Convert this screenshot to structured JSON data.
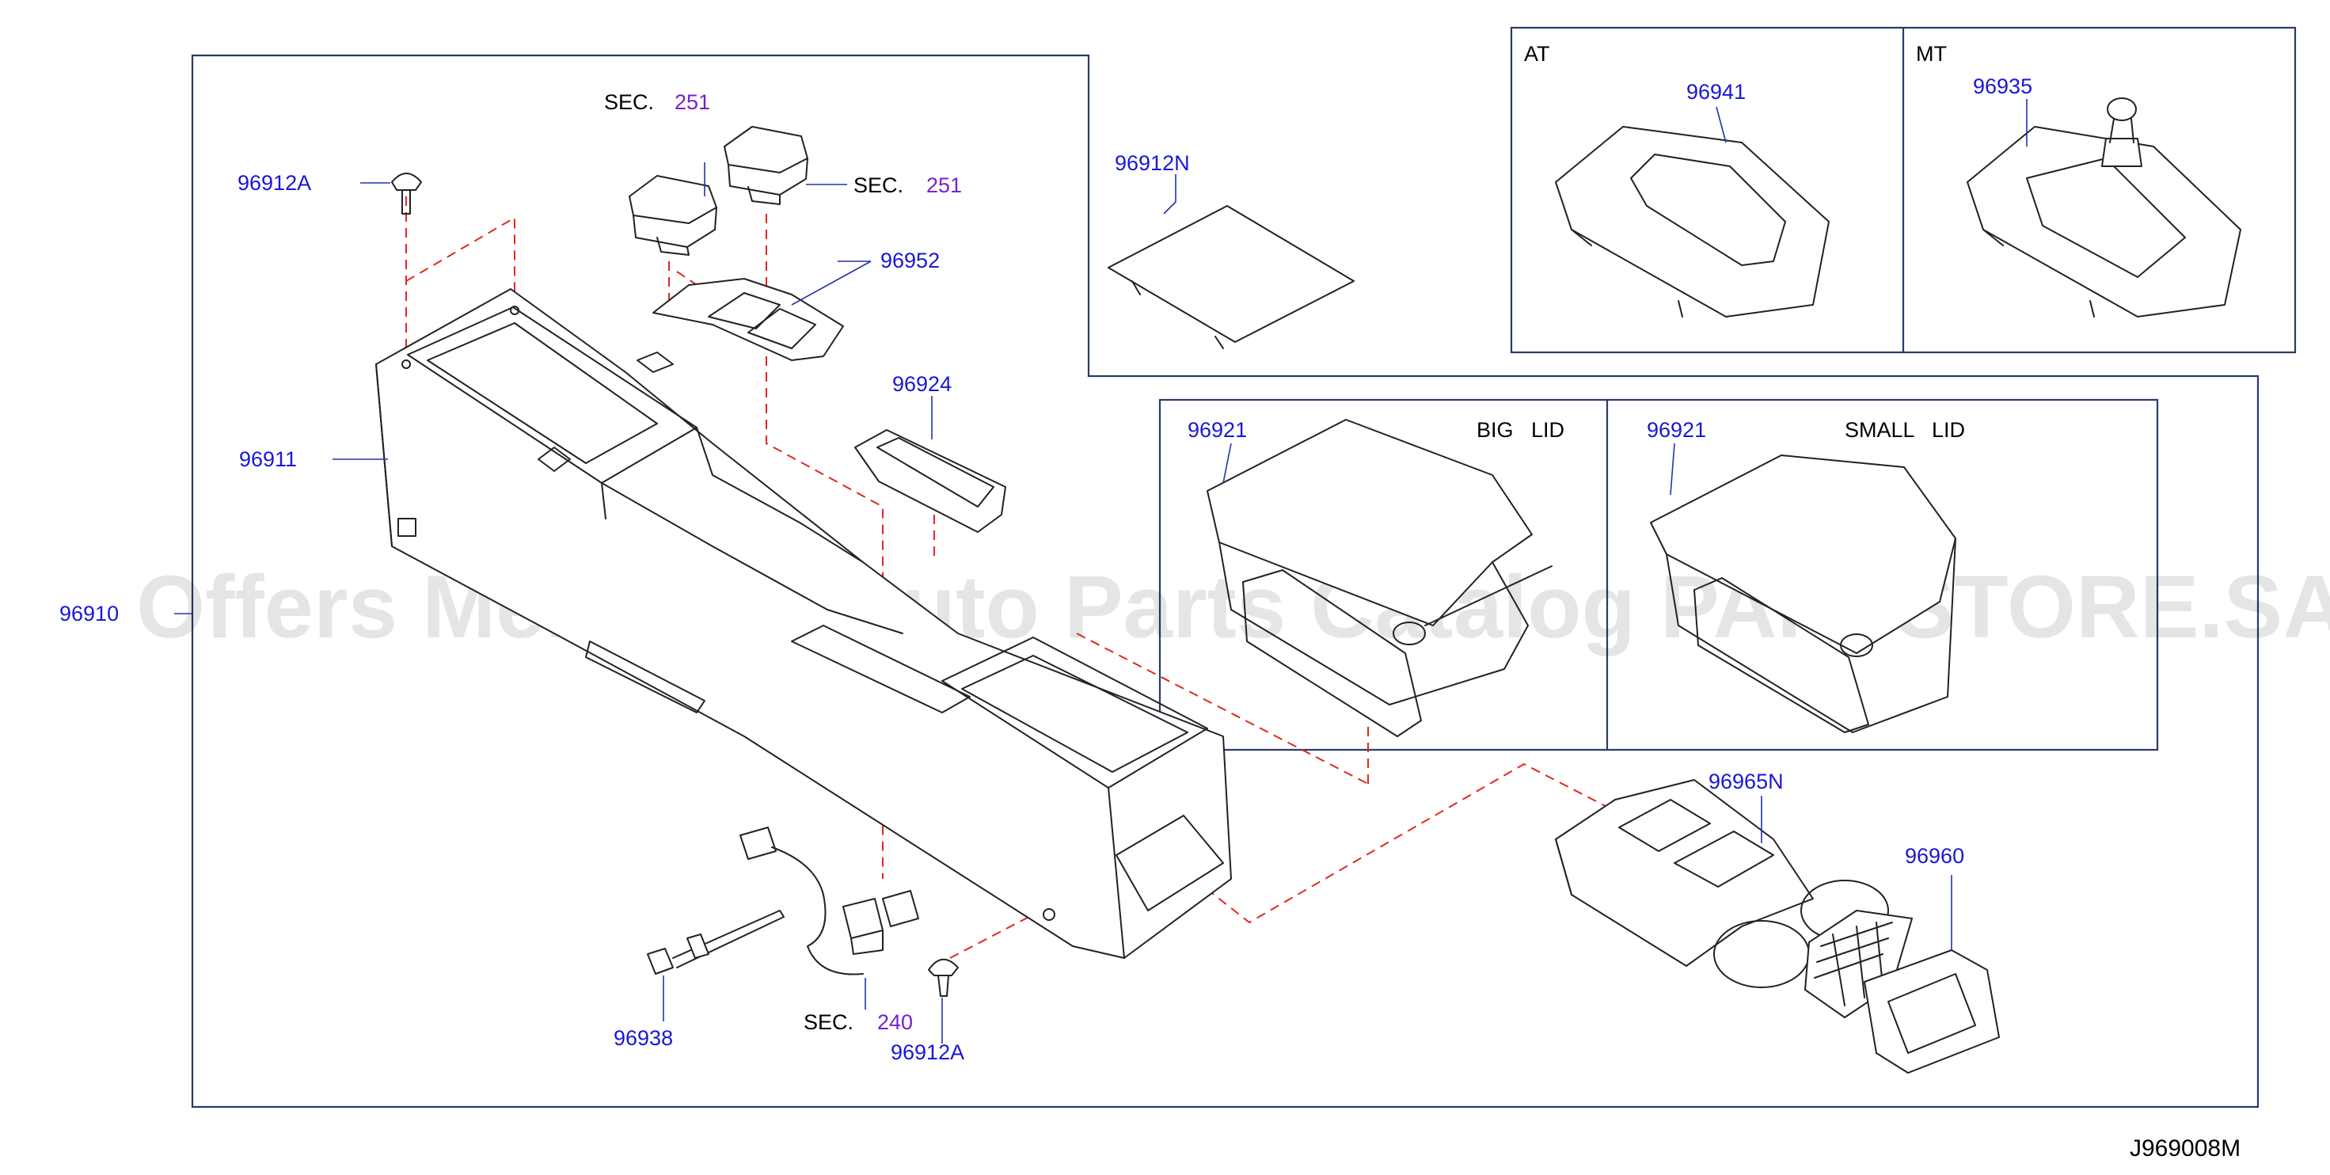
{
  "diagram_code": "J969008M",
  "watermark": "Offers Merchant Auto Parts Catalog PARTSTORE.SA",
  "colors": {
    "part_number": "#1a17d6",
    "section_number": "#7a1fd0",
    "dashed_guide": "#e0281f",
    "frame": "#2a3a6a"
  },
  "parts": {
    "p96910": "96910",
    "p96911": "96911",
    "p96912A_top": "96912A",
    "p96912A_bottom": "96912A",
    "p96912N": "96912N",
    "p96952": "96952",
    "p96924": "96924",
    "p96938": "96938",
    "p96941": "96941",
    "p96935": "96935",
    "p96921_big": "96921",
    "p96921_small": "96921",
    "p96965N": "96965N",
    "p96960": "96960"
  },
  "sections": {
    "sec_prefix": "SEC.",
    "sec_a_num": "251",
    "sec_b_num": "251",
    "sec_c_num": "240"
  },
  "variants": {
    "at_label": "AT",
    "mt_label": "MT",
    "big_lid_label": "BIG   LID",
    "small_lid_label": "SMALL   LID"
  }
}
